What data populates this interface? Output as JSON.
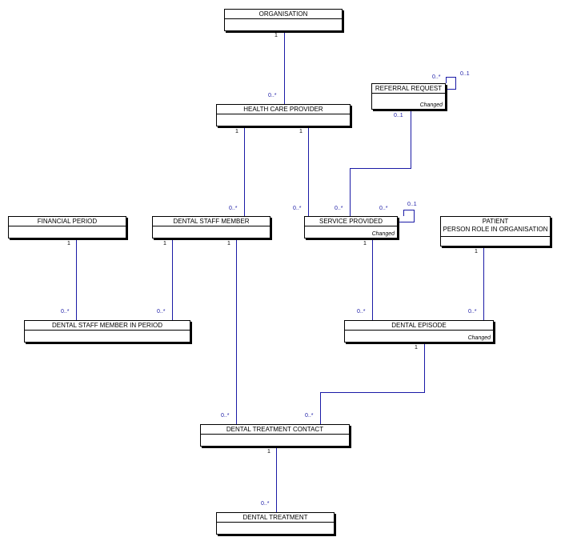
{
  "colors": {
    "line": "#1a1aa6",
    "box_border": "#000000",
    "many_label": "#1a1aa6",
    "one_label": "#000000"
  },
  "entities": {
    "organisation": {
      "name": "ORGANISATION"
    },
    "health_care_provider": {
      "name": "HEALTH CARE PROVIDER"
    },
    "referral_request": {
      "name": "REFERRAL REQUEST",
      "status": "Changed"
    },
    "financial_period": {
      "name": "FINANCIAL PERIOD"
    },
    "dental_staff_member": {
      "name": "DENTAL STAFF MEMBER"
    },
    "service_provided": {
      "name": "SERVICE PROVIDED",
      "status": "Changed"
    },
    "patient": {
      "name": "PATIENT",
      "name2": "PERSON ROLE IN ORGANISATION"
    },
    "dental_staff_member_in_period": {
      "name": "DENTAL STAFF MEMBER IN PERIOD"
    },
    "dental_episode": {
      "name": "DENTAL EPISODE",
      "status": "Changed"
    },
    "dental_treatment_contact": {
      "name": "DENTAL TREATMENT CONTACT"
    },
    "dental_treatment": {
      "name": "DENTAL TREATMENT"
    }
  },
  "multiplicities": {
    "org_hcp_one": "1",
    "org_hcp_many": "0..*",
    "rr_self_many": "0..*",
    "rr_self_one": "0..1",
    "rr_sp_one": "0..1",
    "rr_sp_many": "0..*",
    "hcp_dsm_one": "1",
    "hcp_dsm_many": "0..*",
    "hcp_sp_one": "1",
    "hcp_sp_many": "0..*",
    "sp_self_many": "0..*",
    "sp_self_one": "0..1",
    "fp_dsmip_one": "1",
    "fp_dsmip_many": "0..*",
    "dsm_dsmip_one": "1",
    "dsm_dsmip_many": "0..*",
    "dsm_dtc_one": "1",
    "dsm_dtc_many": "0..*",
    "sp_de_one": "1",
    "sp_de_many": "0..*",
    "pat_de_one": "1",
    "pat_de_many": "0..*",
    "de_dtc_one": "1",
    "de_dtc_many": "0..*",
    "dtc_dt_one": "1",
    "dtc_dt_many": "0..*"
  }
}
